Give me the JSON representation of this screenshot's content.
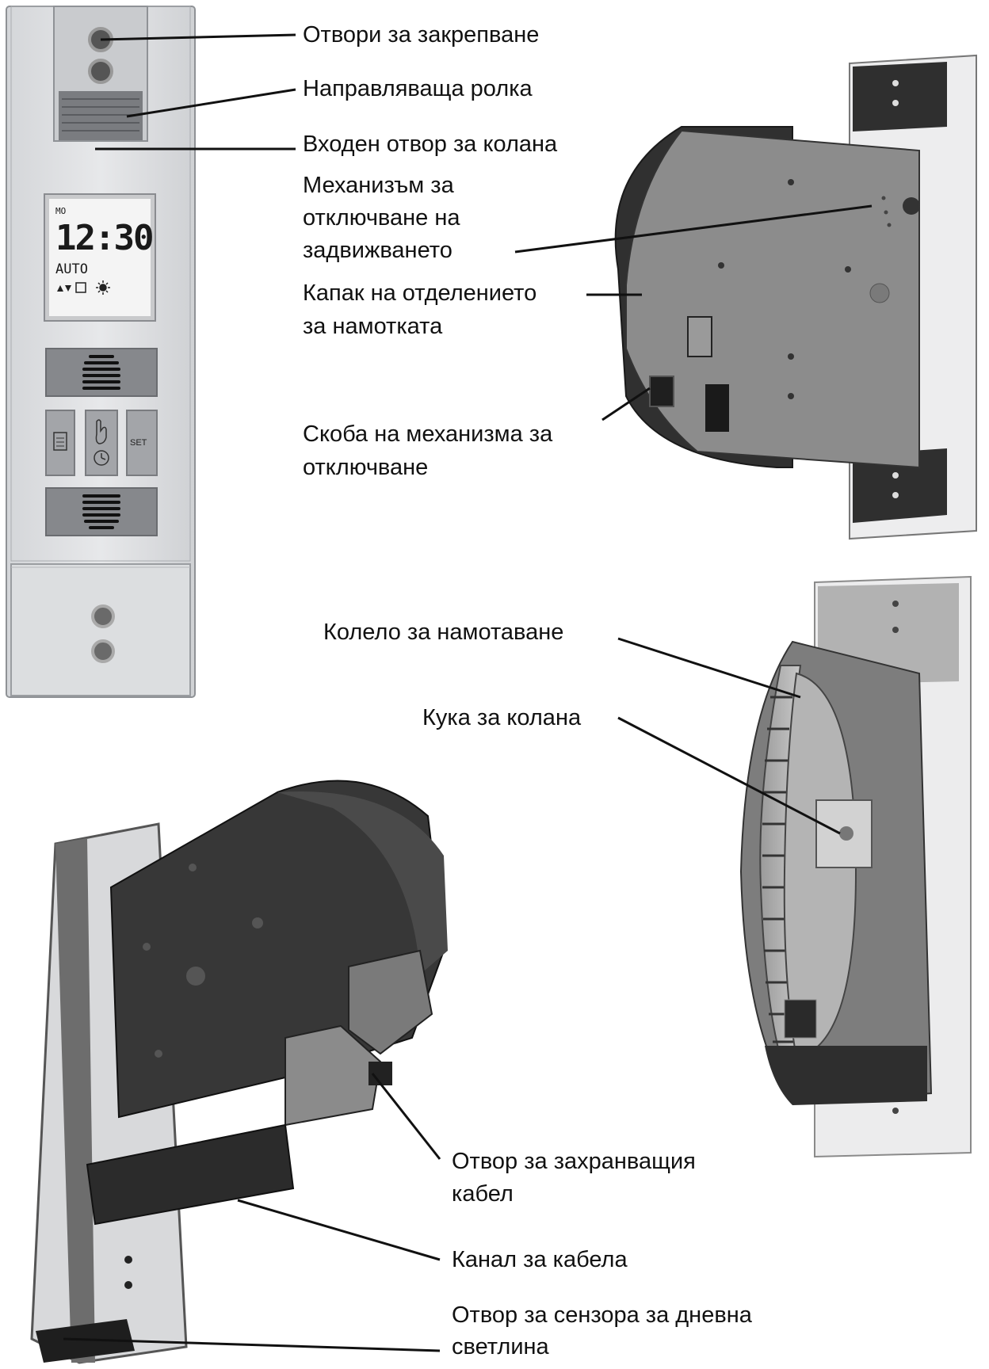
{
  "labels": {
    "fixing_holes": "Отвори за закрепване",
    "guide_roller": "Направляваща ролка",
    "belt_inlet": "Входен отвор за колана",
    "release_mechanism": [
      "Механизъм за",
      "отключване на",
      "задвижването"
    ],
    "winding_cover": [
      "Капак на отделението",
      "за намотката"
    ],
    "release_bracket": [
      "Скоба на механизма за",
      "отключване"
    ],
    "winding_wheel": "Колело за намотаване",
    "belt_hook": "Кука за колана",
    "power_cable_hole": [
      "Отвор за захранващия",
      "кабел"
    ],
    "cable_channel": "Канал за кабела",
    "daylight_sensor_hole": [
      "Отвор за сензора за дневна",
      "светлина"
    ]
  },
  "device": {
    "day": "MO",
    "time": "12:30",
    "mode": "AUTO",
    "set_label": "SET"
  },
  "icons": {
    "up": "up-button-icon",
    "down": "down-button-icon",
    "menu": "menu-button-icon",
    "manual": "hand-icon",
    "clock": "clock-icon",
    "sun": "sun-icon"
  }
}
